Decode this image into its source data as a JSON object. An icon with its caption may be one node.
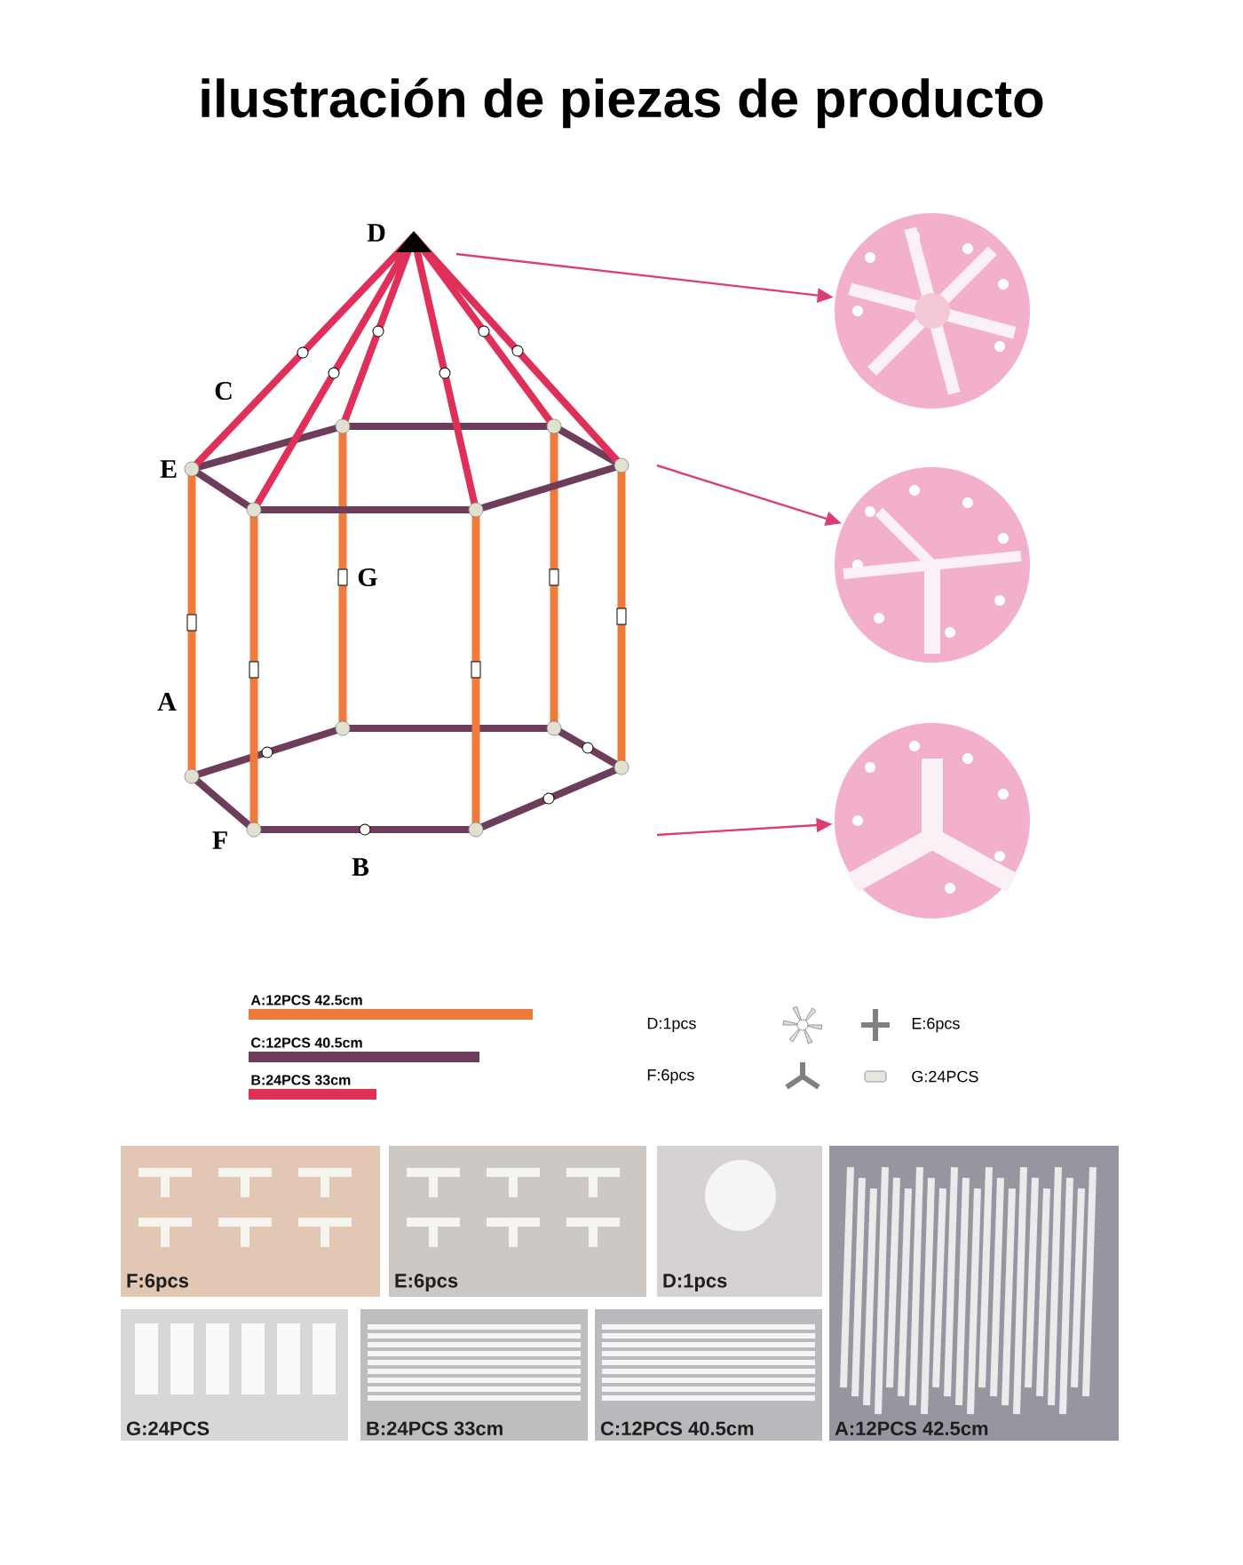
{
  "diagram": {
    "title": "ilustración de piezas de producto",
    "nodes": [
      {
        "text": [],
        "shape": "picture"
      },
      {
        "text": [],
        "shape": "picture"
      },
      {
        "text": [],
        "shape": "picture"
      },
      {
        "text": [
          "F:6pcs"
        ]
      },
      {
        "text": [
          "E:6pcs"
        ]
      },
      {
        "text": [
          "D:1pcs"
        ]
      },
      {
        "text": [
          "A:12PCS 42.5cm"
        ]
      },
      {
        "text": [
          "G:24PCS"
        ]
      },
      {
        "text": [
          "B:24PCS 33cm"
        ]
      },
      {
        "text": [
          "C:12PCS 40.5cm"
        ]
      }
    ],
    "edges": [
      {
        "from": null,
        "to": 0,
        "arrow": "to"
      },
      {
        "from": null,
        "to": 1,
        "arrow": "to"
      },
      {
        "from": null,
        "to": 2,
        "arrow": "to"
      }
    ],
    "labels": [
      "D",
      "C",
      "E",
      "G",
      "A",
      "F",
      "B"
    ],
    "legend": [
      {
        "text": "A:12PCS 42.5cm",
        "color": "#f07a3c"
      },
      {
        "text": "D:1pcs"
      },
      {
        "text": "E:6pcs"
      },
      {
        "text": "C:12PCS 40.5cm",
        "color": "#6e3d5c"
      },
      {
        "text": "B:24PCS 33cm",
        "color": "#e0305a"
      },
      {
        "text": "F:6pcs"
      },
      {
        "text": "G:24PCS"
      }
    ]
  }
}
